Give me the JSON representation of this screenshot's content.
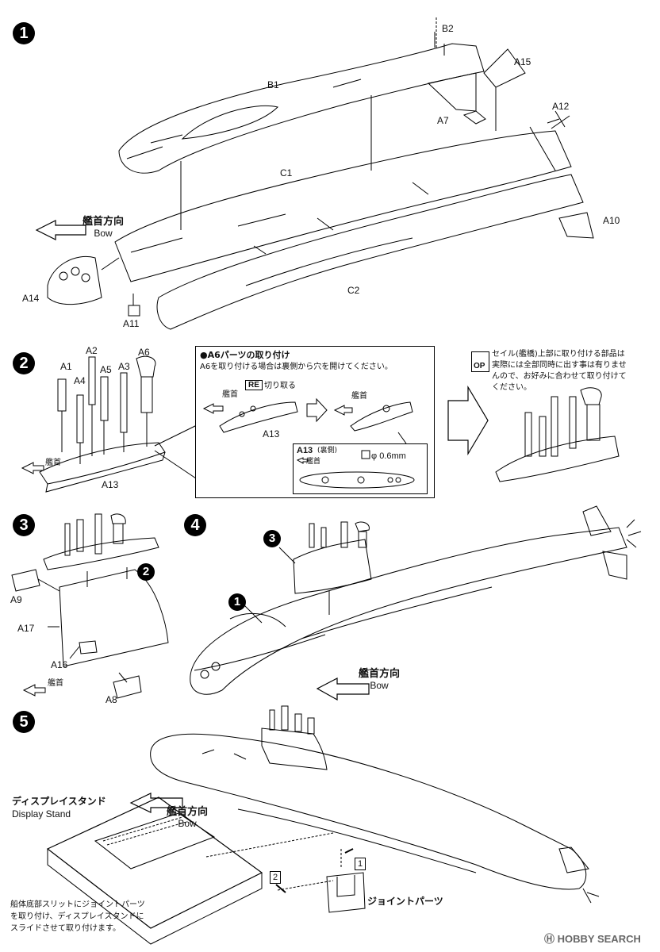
{
  "steps": {
    "s1": "1",
    "s2": "2",
    "s3": "3",
    "s4": "4",
    "s5": "5"
  },
  "step1": {
    "parts": {
      "B2": "B2",
      "A15": "A15",
      "B1": "B1",
      "A12": "A12",
      "A7": "A7",
      "C1": "C1",
      "A10": "A10",
      "A14": "A14",
      "A11": "A11",
      "C2": "C2"
    },
    "bow_jp": "艦首方向",
    "bow_en": "Bow"
  },
  "step2": {
    "parts": {
      "A1": "A1",
      "A2": "A2",
      "A4": "A4",
      "A5": "A5",
      "A3": "A3",
      "A6": "A6",
      "A13": "A13"
    },
    "bow_jp": "艦首",
    "inset": {
      "title": "●A6パーツの取り付け",
      "desc": "A6を取り付ける場合は裏側から穴を開けてください。",
      "re_badge": "RE",
      "re_text": "切り取る",
      "bow1": "艦首",
      "bow2": "艦首",
      "part_label": "A13",
      "sub_title": "A13",
      "sub_title_note": "(裏側)",
      "sub_bow": "艦首",
      "drill": "φ 0.6mm"
    },
    "op_note": {
      "badge": "OP",
      "lines": [
        "セイル(艦橋)上部に取り付ける部品は",
        "実際には全部同時に出す事は有りませ",
        "んので、お好みに合わせて取り付けて",
        "ください。"
      ]
    }
  },
  "step3": {
    "parts": {
      "A9": "A9",
      "A17": "A17",
      "A16": "A16",
      "A8": "A8"
    },
    "ref": "2",
    "bow_jp": "艦首"
  },
  "step4": {
    "ref_sail": "3",
    "ref_hull": "1",
    "bow_jp": "艦首方向",
    "bow_en": "Bow"
  },
  "step5": {
    "stand_jp": "ディスプレイスタンド",
    "stand_en": "Display Stand",
    "bow_jp": "艦首方向",
    "bow_en": "Bow",
    "box1": "1",
    "box2": "2",
    "joint_jp": "ジョイントパーツ",
    "instruction": [
      "船体底部スリットにジョイントパーツ",
      "を取り付け、ディスプレイスタンドに",
      "スライドさせて取り付けます。"
    ]
  },
  "watermark": "HOBBY SEARCH"
}
